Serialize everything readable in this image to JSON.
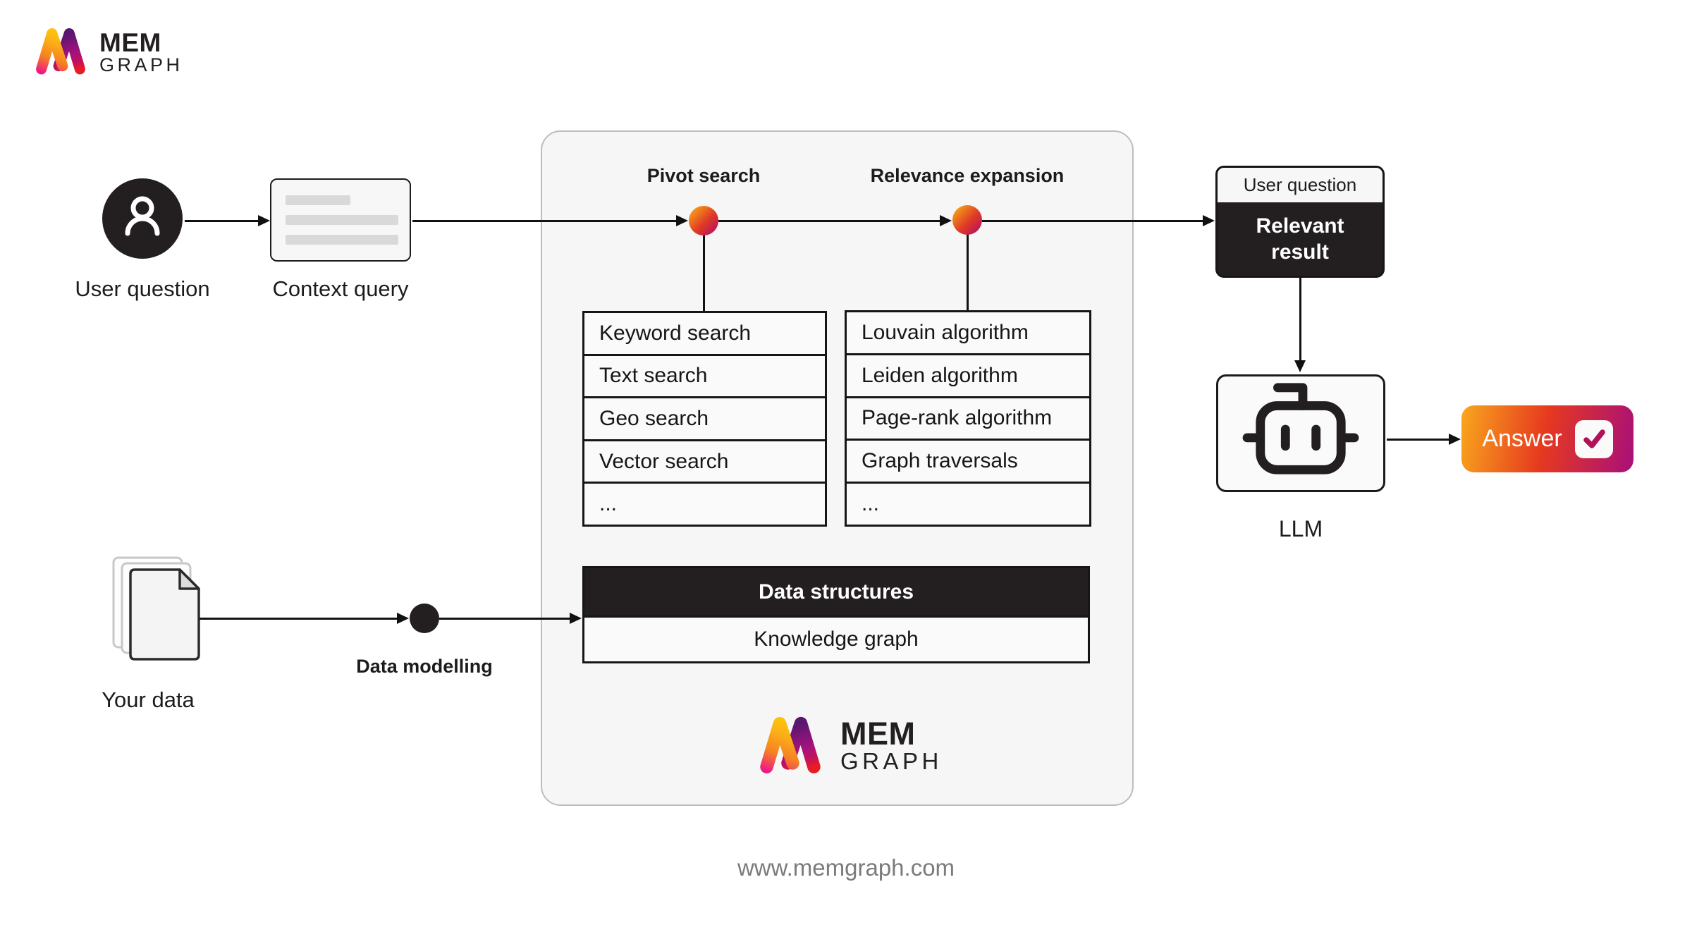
{
  "brand": {
    "mem": "MEM",
    "graph": "GRAPH"
  },
  "flow": {
    "user_question_label": "User question",
    "context_query_label": "Context query",
    "pivot_search_label": "Pivot search",
    "relevance_expansion_label": "Relevance expansion",
    "result_box": {
      "header": "User question",
      "body_line1": "Relevant",
      "body_line2": "result"
    },
    "llm_label": "LLM",
    "answer_label": "Answer",
    "your_data_label": "Your data",
    "data_modelling_label": "Data modelling"
  },
  "panel": {
    "pivot_list": [
      "Keyword search",
      "Text search",
      "Geo search",
      "Vector search",
      "..."
    ],
    "relevance_list": [
      "Louvain algorithm",
      "Leiden algorithm",
      "Page-rank algorithm",
      "Graph traversals",
      "..."
    ],
    "data_structures_header": "Data structures",
    "knowledge_graph_label": "Knowledge graph"
  },
  "footer": {
    "website": "www.memgraph.com"
  },
  "icons": {
    "logo": "memgraph-m-icon",
    "user": "person-icon",
    "documents": "stacked-documents-icon",
    "robot": "robot-icon",
    "check": "checkmark-icon"
  },
  "colors": {
    "dark": "#231f20",
    "panel_bg": "#f6f6f6",
    "dot_gradient_start": "#f49c1a",
    "dot_gradient_mid": "#e03a26",
    "dot_gradient_end": "#b5125f",
    "answer_gradient_start": "#f9a71d",
    "answer_gradient_mid": "#e6391f",
    "answer_gradient_end": "#a80f7a",
    "check_color": "#b11157",
    "url_gray": "#7b7b7b"
  }
}
